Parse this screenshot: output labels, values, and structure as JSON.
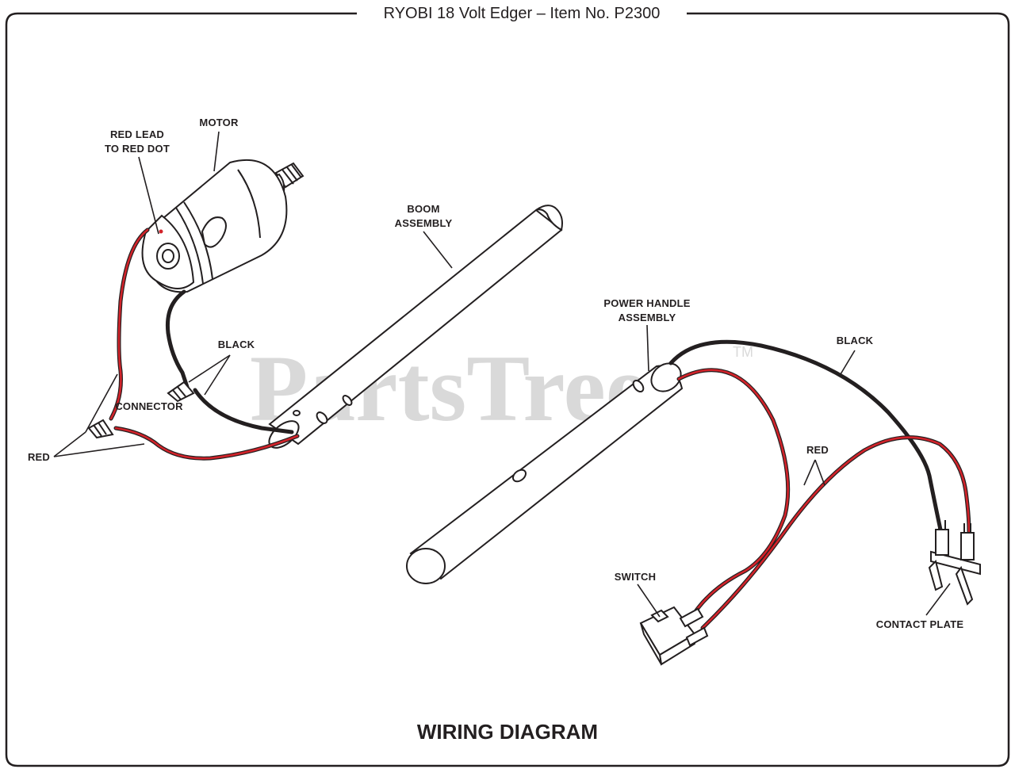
{
  "title": "RYOBI 18 Volt Edger – Item No. P2300",
  "footer": "WIRING DIAGRAM",
  "watermark": "PartsTree",
  "watermark_tm": "TM",
  "labels": {
    "motor": "MOTOR",
    "red_lead_1": "RED LEAD",
    "red_lead_2": "TO RED DOT",
    "boom_1": "BOOM",
    "boom_2": "ASSEMBLY",
    "black_left": "BLACK",
    "connector": "CONNECTOR",
    "red_left": "RED",
    "power_handle_1": "POWER HANDLE",
    "power_handle_2": "ASSEMBLY",
    "black_right": "BLACK",
    "red_right": "RED",
    "switch": "SWITCH",
    "contact_plate": "CONTACT PLATE"
  },
  "colors": {
    "line": "#231f20",
    "wire_red": "#d2232a",
    "watermark": "#d9d9d9"
  }
}
